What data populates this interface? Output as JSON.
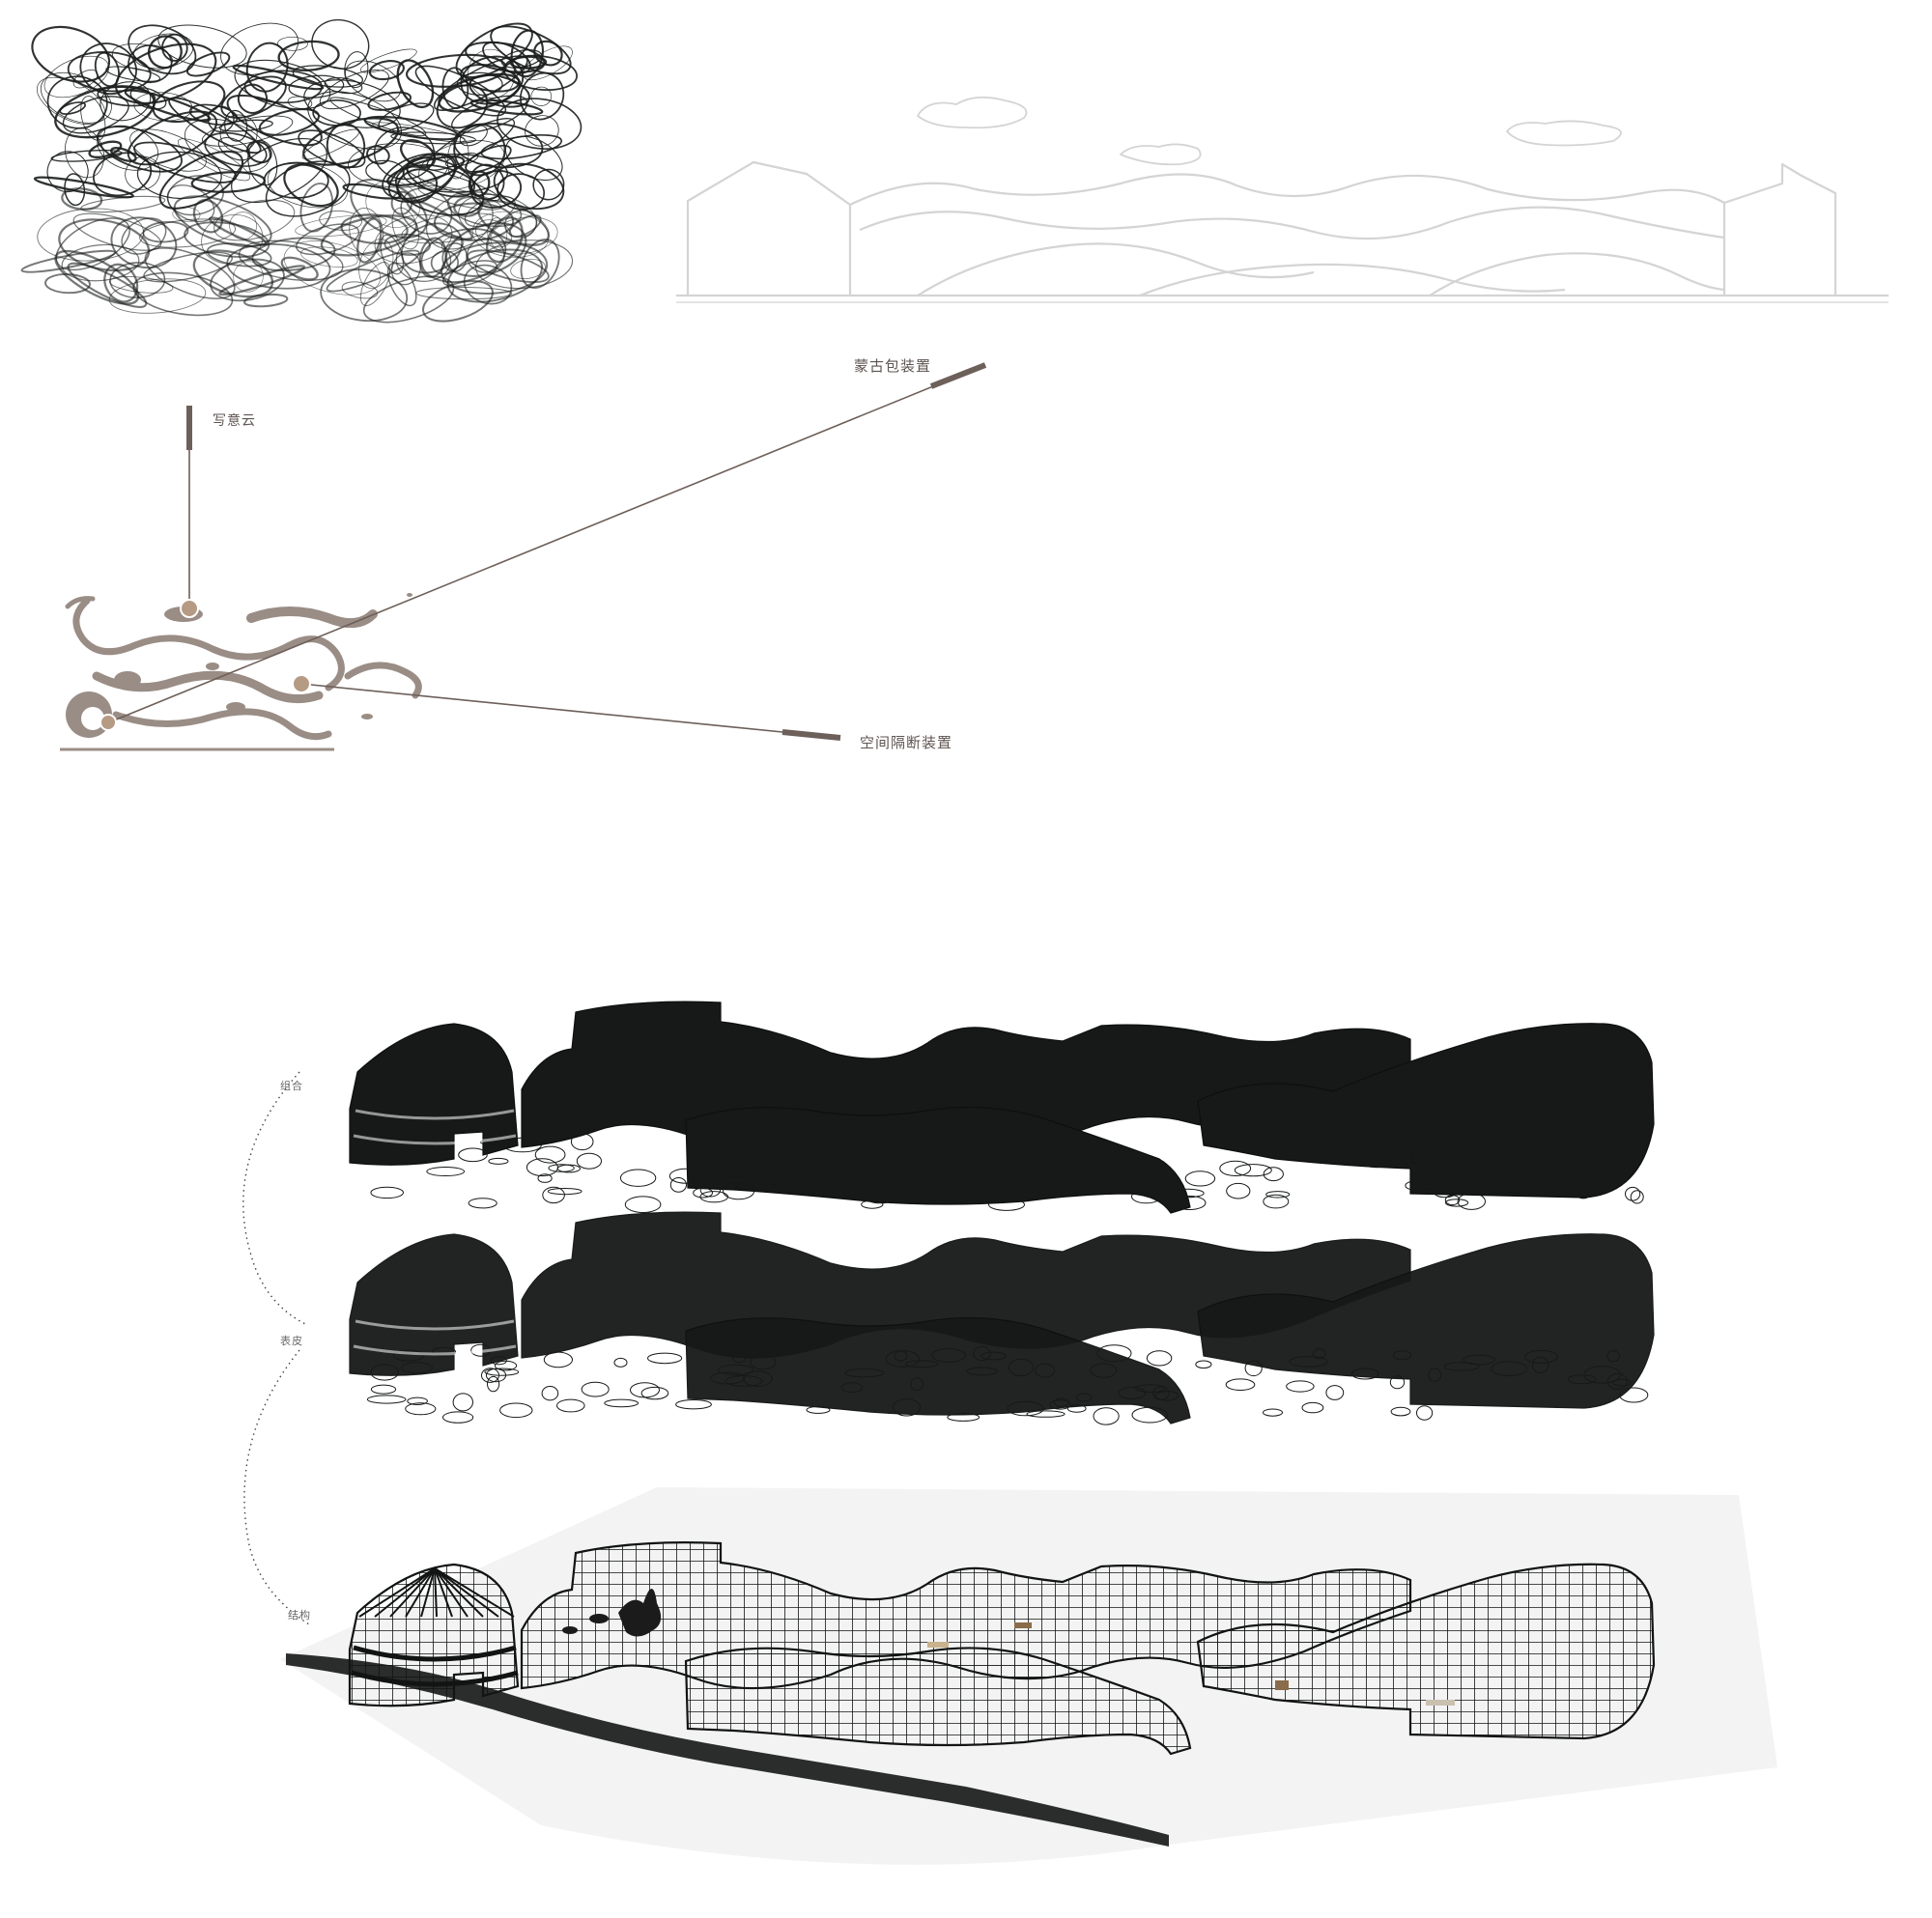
{
  "colors": {
    "callout_line": "#6d5f59",
    "callout_node": "#b59a84",
    "plan_fill": "#9a8d86",
    "scribble": "#1a1d1c",
    "elevation_line": "#d4d4d4",
    "grid_frame": "#121414"
  },
  "callouts": [
    {
      "id": "cloud",
      "label": "写意云"
    },
    {
      "id": "yurt",
      "label": "蒙古包装置"
    },
    {
      "id": "partition",
      "label": "空间隔断装置"
    }
  ],
  "layers": [
    {
      "id": "combined",
      "label": "组合"
    },
    {
      "id": "skin",
      "label": "表皮"
    },
    {
      "id": "structure",
      "label": "结构"
    }
  ]
}
